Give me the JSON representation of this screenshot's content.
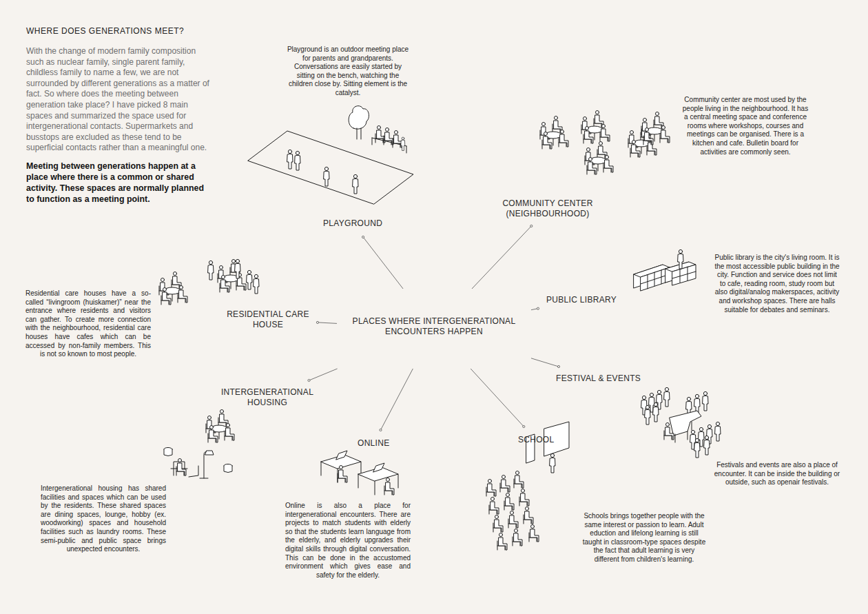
{
  "diagram": {
    "title": "WHERE DOES GENERATIONS MEET?",
    "nodes": [
      {
        "text": [
          "PLACES WHERE INTERGENERATIONAL ENCOUNTERS HAPPEN"
        ]
      },
      {
        "text": [
          "PLAYGROUND"
        ]
      },
      {
        "text": [
          "COMMUNITY CENTER (NEIGHBOURHOOD)"
        ]
      },
      {
        "text": [
          "PUBLIC LIBRARY"
        ]
      },
      {
        "text": [
          "FESTIVAL & EVENTS"
        ]
      },
      {
        "text": [
          "SCHOOL"
        ]
      },
      {
        "text": [
          "ONLINE"
        ]
      },
      {
        "text": [
          "INTERGENERATIONAL HOUSING"
        ]
      },
      {
        "text": [
          "RESIDENTIAL CARE HOUSE"
        ]
      }
    ],
    "edges": [
      {
        "from": 0,
        "to": 1,
        "arrow": "none"
      },
      {
        "from": 0,
        "to": 2,
        "arrow": "none"
      },
      {
        "from": 0,
        "to": 3,
        "arrow": "none"
      },
      {
        "from": 0,
        "to": 4,
        "arrow": "none"
      },
      {
        "from": 0,
        "to": 5,
        "arrow": "none"
      },
      {
        "from": 0,
        "to": 6,
        "arrow": "none"
      },
      {
        "from": 0,
        "to": 7,
        "arrow": "none"
      },
      {
        "from": 0,
        "to": 8,
        "arrow": "none"
      }
    ],
    "labels": [
      "With the change of modern family composition such as nuclear family, single parent family, childless family to name a few, we are not surrounded by different generations as a matter of fact. So where does the meeting between generation take place? I have picked 8 main spaces and summarized the space used for intergenerational contacts. Supermarkets and busstops are excluded as these tend to be superficial contacts rather than a meaningful one.",
      "Meeting between generations happen at a place where there is a common or shared activity. These spaces are normally planned to function as a meeting point.",
      "Playground is an outdoor meeting place for parents and grandparents. Conversations are easily started by sitting on the bench, watching the children close by. Sitting element is the catalyst.",
      "Community center are most used by the people living in the neighbourhood. It has a central meeting space and conference rooms where workshops, courses and meetings can be organised. There is a kitchen and cafe. Bulletin board for activities are commonly seen.",
      "Public library is the city's living room. It is the most accessible public building in the city. Function and service does not limit to cafe, reading room, study room but also digital/analog makerspaces, acitivity and workshop spaces. There are halls suitable for debates and seminars.",
      "Festivals and events are also a place of encounter. It can be inside the building or outside, such as openair festivals.",
      "Schools brings together people with the same interest or passion to learn. Adult eduction and lifelong learning is still taught in classroom-type spaces despite the fact that adult learning is very different from children's learning.",
      "Online is also a place for intergenerational encounters. There are projects to match students with elderly so that the students learn language from the elderly, and elderly upgrades their digital skills through digital conversation. This can be done in the accustomed environment which gives ease and safety for the elderly.",
      "Intergenerational housing has shared facilities and spaces which can be used by the residents. These shared spaces are dining spaces, lounge, hobby (ex. woodworking) spaces and household facilities such as laundry rooms. These semi-public and public space brings unexpected encounters.",
      "Residential care houses have a so-called “livingroom (huiskamer)” near the entrance where residents and visitors can gather. To create more connection with the neighbourhood, residential care houses have cafes which can be accessed by non-family members. This is not so known to most people."
    ]
  }
}
